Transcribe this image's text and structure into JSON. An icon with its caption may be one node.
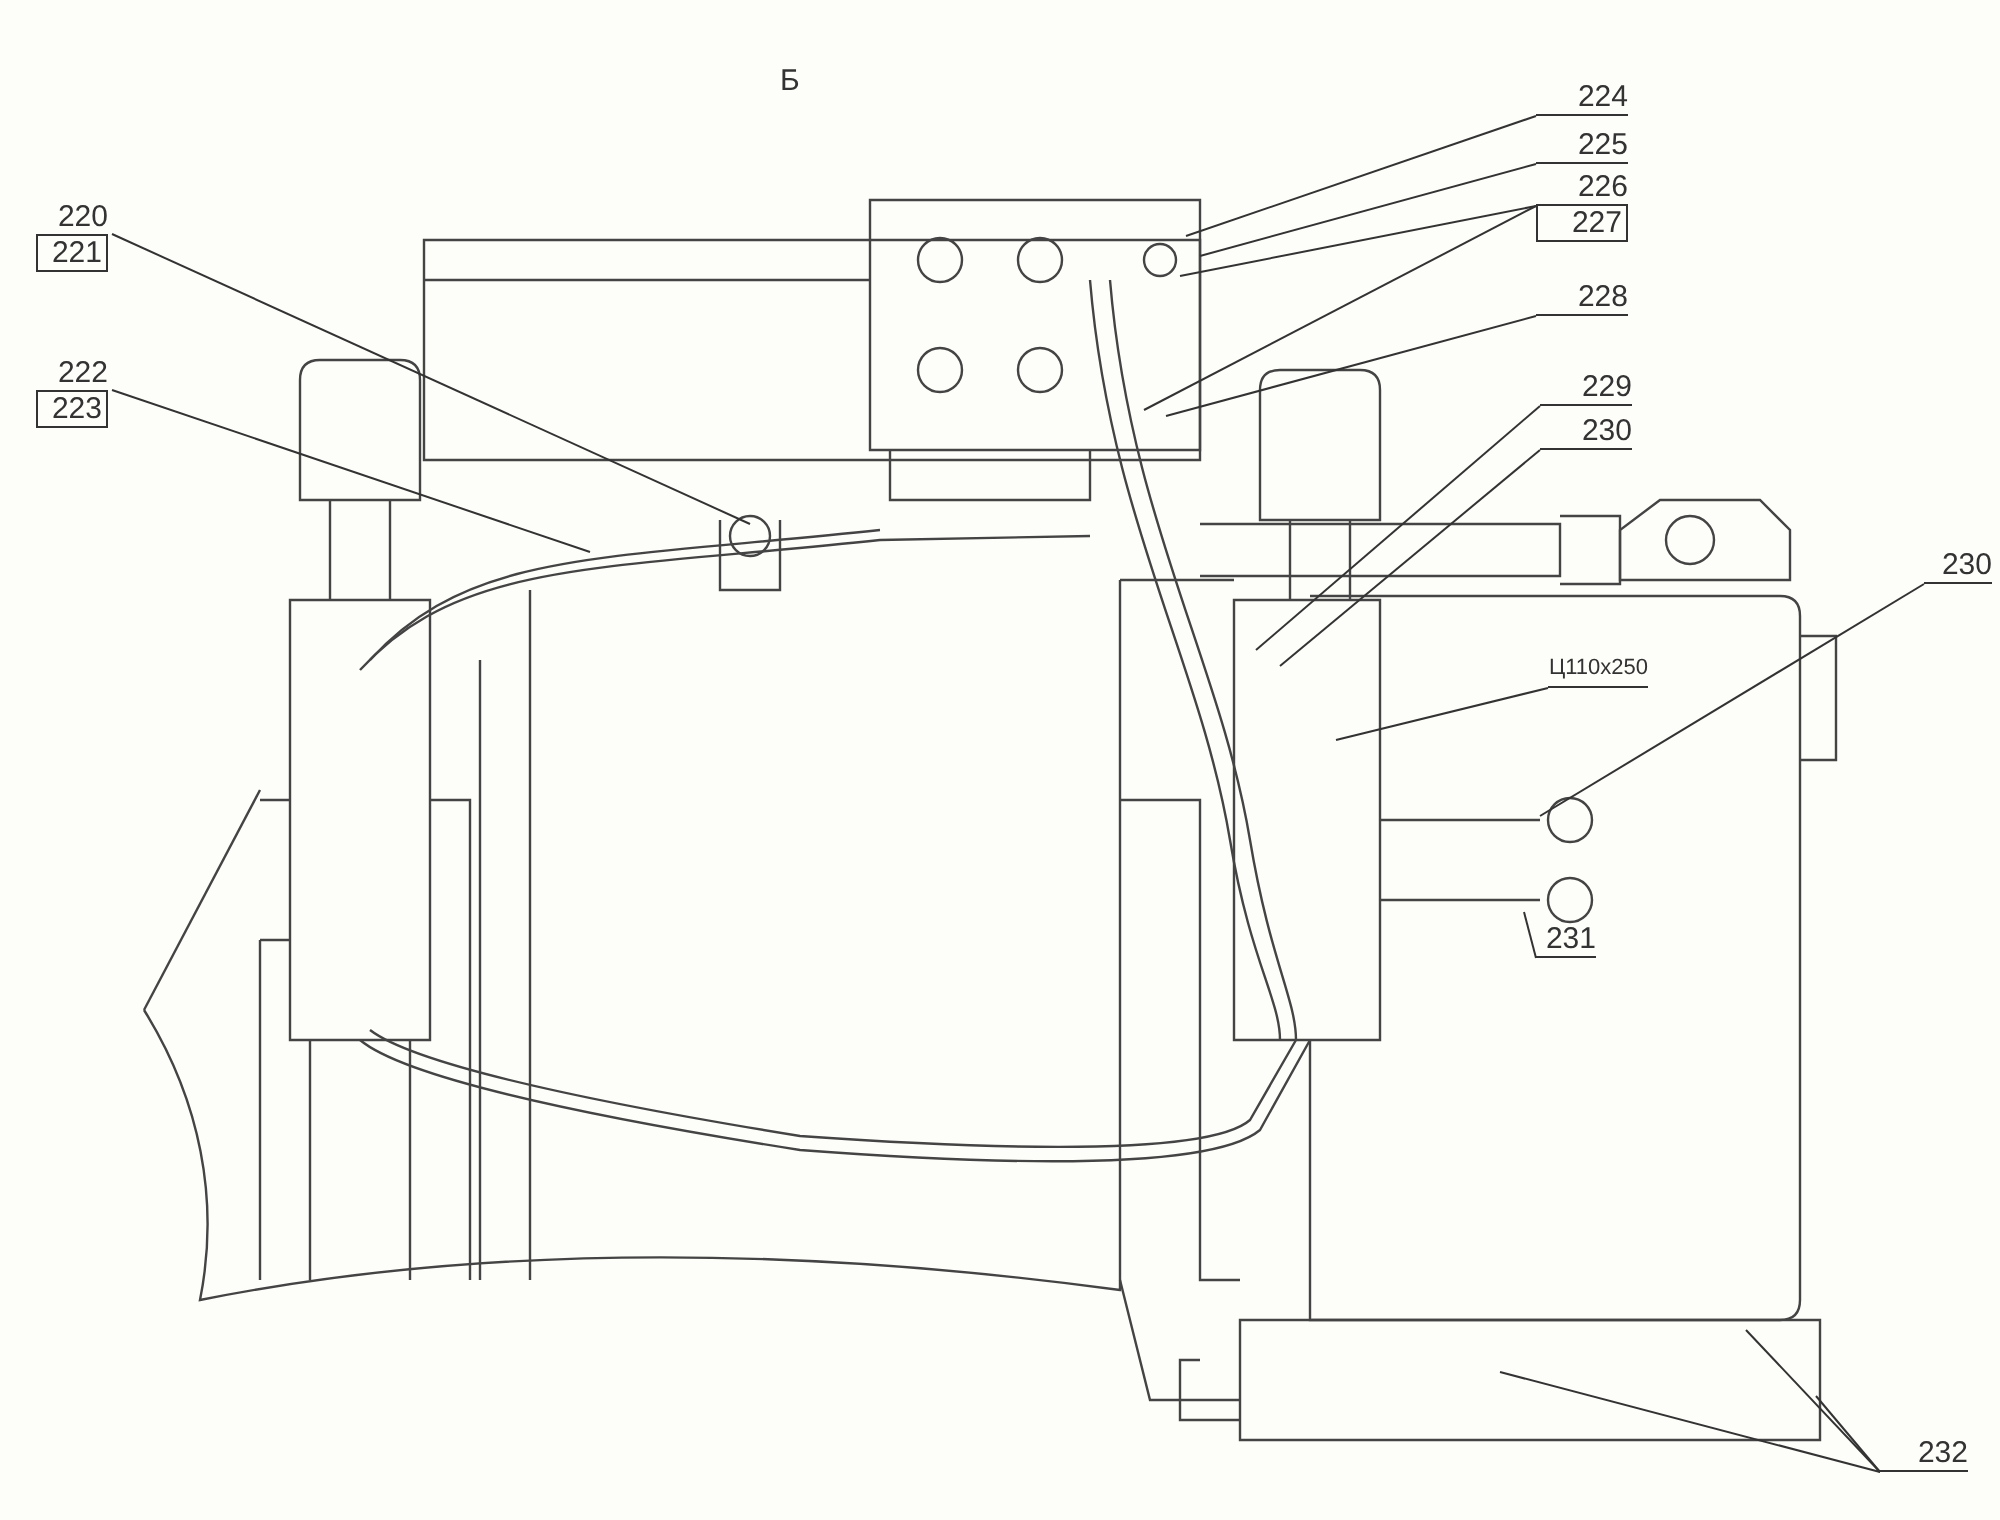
{
  "diagram": {
    "nodes": [
      {
        "text": [
          "220",
          "221"
        ]
      },
      {
        "text": [
          "222",
          "223"
        ]
      },
      {
        "text": [
          "224"
        ]
      },
      {
        "text": [
          "225"
        ]
      },
      {
        "text": [
          "226",
          "227"
        ]
      },
      {
        "text": [
          "228"
        ]
      },
      {
        "text": [
          "229"
        ]
      },
      {
        "text": [
          "230"
        ]
      },
      {
        "text": [
          "Ц110x250"
        ]
      },
      {
        "text": [
          "230"
        ]
      },
      {
        "text": [
          "231"
        ]
      },
      {
        "text": [
          "232"
        ]
      }
    ],
    "edges": [
      {
        "from": 0,
        "to": null,
        "arrow": "none"
      },
      {
        "from": 1,
        "to": null,
        "arrow": "none"
      },
      {
        "from": 2,
        "to": null,
        "arrow": "none"
      },
      {
        "from": 3,
        "to": null,
        "arrow": "none"
      },
      {
        "from": 4,
        "to": null,
        "arrow": "none"
      },
      {
        "from": 4,
        "to": null,
        "arrow": "none"
      },
      {
        "from": 5,
        "to": null,
        "arrow": "none"
      },
      {
        "from": 6,
        "to": null,
        "arrow": "none"
      },
      {
        "from": 7,
        "to": null,
        "arrow": "none"
      },
      {
        "from": 8,
        "to": null,
        "arrow": "none"
      },
      {
        "from": 9,
        "to": null,
        "arrow": "none"
      },
      {
        "from": 10,
        "to": null,
        "arrow": "none"
      },
      {
        "from": 11,
        "to": null,
        "arrow": "none"
      },
      {
        "from": 11,
        "to": null,
        "arrow": "none"
      },
      {
        "from": 11,
        "to": null,
        "arrow": "none"
      }
    ],
    "labels": [
      "Б"
    ]
  }
}
